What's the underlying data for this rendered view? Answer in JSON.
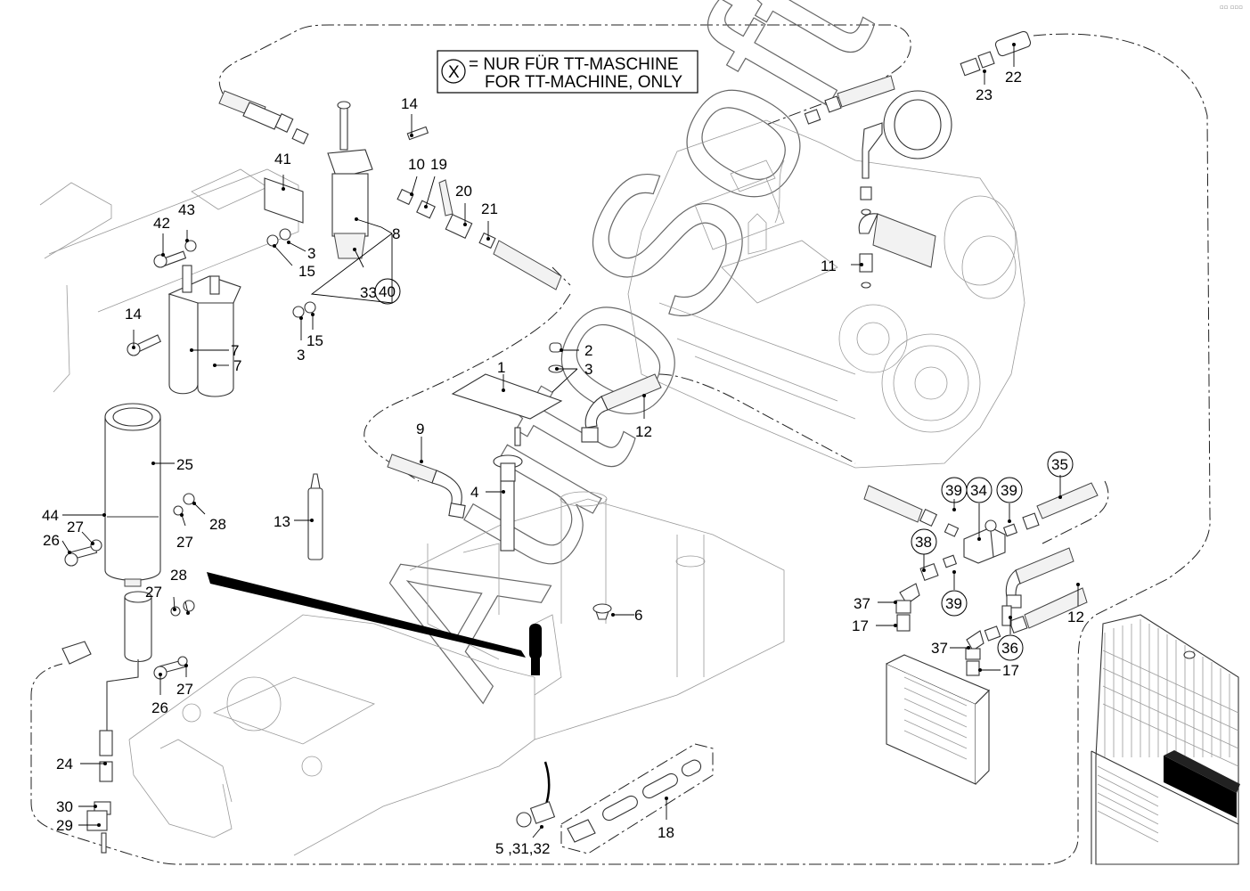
{
  "diagram": {
    "legend": {
      "symbol": "X",
      "line1": "= NUR FÜR TT-MASCHINE",
      "line2": "FOR TT-MACHINE, ONLY"
    },
    "watermark": "AutoSoft",
    "corner_mark": "▫▫ ▫▫▫",
    "callouts": [
      {
        "id": "c1",
        "text": "1",
        "circled": false
      },
      {
        "id": "c2",
        "text": "2",
        "circled": false
      },
      {
        "id": "c3a",
        "text": "3",
        "circled": false
      },
      {
        "id": "c3b",
        "text": "3",
        "circled": false
      },
      {
        "id": "c3c",
        "text": "3",
        "circled": false
      },
      {
        "id": "c4",
        "text": "4",
        "circled": false
      },
      {
        "id": "c5",
        "text": "5 ,31,32",
        "circled": false
      },
      {
        "id": "c6",
        "text": "6",
        "circled": false
      },
      {
        "id": "c7a",
        "text": "7",
        "circled": false
      },
      {
        "id": "c7b",
        "text": "7",
        "circled": false
      },
      {
        "id": "c8",
        "text": "8",
        "circled": false
      },
      {
        "id": "c9",
        "text": "9",
        "circled": false
      },
      {
        "id": "c10",
        "text": "10",
        "circled": false
      },
      {
        "id": "c11",
        "text": "11",
        "circled": false
      },
      {
        "id": "c12a",
        "text": "12",
        "circled": false
      },
      {
        "id": "c12b",
        "text": "12",
        "circled": false
      },
      {
        "id": "c13",
        "text": "13",
        "circled": false
      },
      {
        "id": "c14a",
        "text": "14",
        "circled": false
      },
      {
        "id": "c14b",
        "text": "14",
        "circled": false
      },
      {
        "id": "c15a",
        "text": "15",
        "circled": false
      },
      {
        "id": "c15b",
        "text": "15",
        "circled": false
      },
      {
        "id": "c17a",
        "text": "17",
        "circled": false
      },
      {
        "id": "c17b",
        "text": "17",
        "circled": false
      },
      {
        "id": "c18",
        "text": "18",
        "circled": false
      },
      {
        "id": "c19",
        "text": "19",
        "circled": false
      },
      {
        "id": "c20",
        "text": "20",
        "circled": false
      },
      {
        "id": "c21",
        "text": "21",
        "circled": false
      },
      {
        "id": "c22",
        "text": "22",
        "circled": false
      },
      {
        "id": "c23",
        "text": "23",
        "circled": false
      },
      {
        "id": "c24",
        "text": "24",
        "circled": false
      },
      {
        "id": "c25",
        "text": "25",
        "circled": false
      },
      {
        "id": "c26a",
        "text": "26",
        "circled": false
      },
      {
        "id": "c26b",
        "text": "26",
        "circled": false
      },
      {
        "id": "c27a",
        "text": "27",
        "circled": false
      },
      {
        "id": "c27b",
        "text": "27",
        "circled": false
      },
      {
        "id": "c27c",
        "text": "27",
        "circled": false
      },
      {
        "id": "c27d",
        "text": "27",
        "circled": false
      },
      {
        "id": "c28a",
        "text": "28",
        "circled": false
      },
      {
        "id": "c28b",
        "text": "28",
        "circled": false
      },
      {
        "id": "c29",
        "text": "29",
        "circled": false
      },
      {
        "id": "c30",
        "text": "30",
        "circled": false
      },
      {
        "id": "c33",
        "text": "33",
        "circled": false
      },
      {
        "id": "c34",
        "text": "34",
        "circled": true
      },
      {
        "id": "c35",
        "text": "35",
        "circled": true
      },
      {
        "id": "c36",
        "text": "36",
        "circled": true
      },
      {
        "id": "c37a",
        "text": "37",
        "circled": false
      },
      {
        "id": "c37b",
        "text": "37",
        "circled": false
      },
      {
        "id": "c38",
        "text": "38",
        "circled": true
      },
      {
        "id": "c39a",
        "text": "39",
        "circled": true
      },
      {
        "id": "c39b",
        "text": "39",
        "circled": true
      },
      {
        "id": "c39c",
        "text": "39",
        "circled": true
      },
      {
        "id": "c40",
        "text": "40",
        "circled": true
      },
      {
        "id": "c41",
        "text": "41",
        "circled": false
      },
      {
        "id": "c42",
        "text": "42",
        "circled": false
      },
      {
        "id": "c43",
        "text": "43",
        "circled": false
      },
      {
        "id": "c44",
        "text": "44",
        "circled": false
      }
    ]
  }
}
